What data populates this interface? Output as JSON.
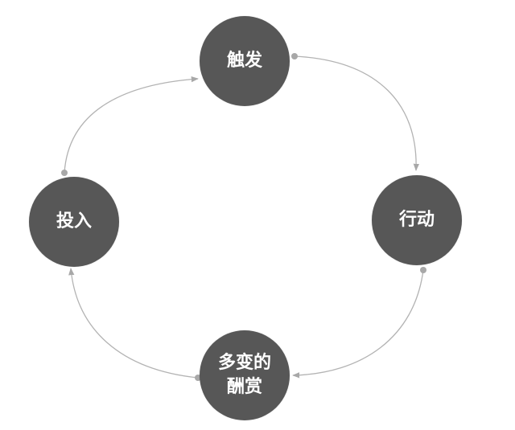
{
  "nodes": {
    "trigger": {
      "label": "触发"
    },
    "action": {
      "label": "行动"
    },
    "reward": {
      "line1": "多变的",
      "line2": "酬赏"
    },
    "invest": {
      "label": "投入"
    }
  },
  "colors": {
    "node_fill": "#575757",
    "node_text": "#ffffff",
    "connector": "#b3b3b3",
    "background": "#ffffff"
  },
  "flow": [
    "触发",
    "行动",
    "多变的酬赏",
    "投入"
  ]
}
